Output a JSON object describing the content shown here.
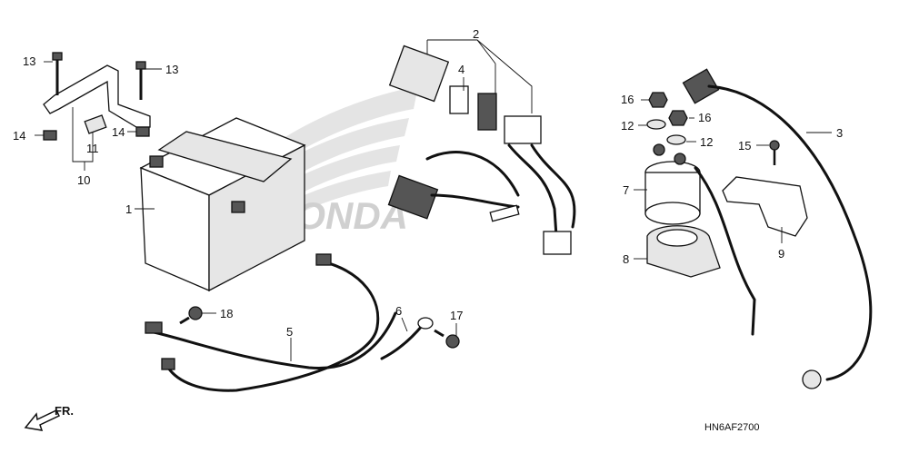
{
  "callouts": {
    "c1": "1",
    "c2": "2",
    "c3": "3",
    "c4": "4",
    "c5": "5",
    "c6": "6",
    "c7": "7",
    "c8": "8",
    "c9": "9",
    "c10": "10",
    "c11": "11",
    "c12a": "12",
    "c12b": "12",
    "c13a": "13",
    "c13b": "13",
    "c14a": "14",
    "c14b": "14",
    "c15": "15",
    "c16a": "16",
    "c16b": "16",
    "c17": "17",
    "c18": "18"
  },
  "watermark": {
    "brand": "HONDA"
  },
  "direction": {
    "label": "FR."
  },
  "diagram_code": "HN6AF2700",
  "icons": {
    "wing": "honda-wing-logo",
    "arrow": "front-direction-arrow"
  }
}
